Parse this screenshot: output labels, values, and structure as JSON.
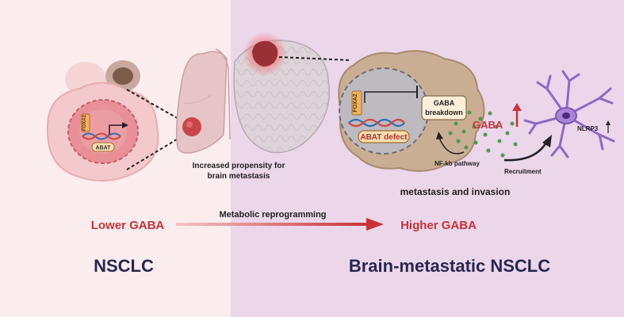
{
  "labels": {
    "increased_propensity": "Increased propensity for",
    "brain_metastasis": "brain metastasis",
    "foxa2_left": "FOXA2",
    "abat_left": "ABAT",
    "foxa2_right": "FOXA2",
    "gaba_breakdown_1": "GABA",
    "gaba_breakdown_2": "breakdown",
    "abat_defect": "ABAT defect",
    "gaba": "GABA",
    "nfkb": "NF-kb pathway",
    "recruitment": "Recruitment",
    "nlrp3": "NLRP3",
    "metastasis_invasion": "metastasis and invasion",
    "metabolic_reprogramming": "Metabolic reprogramming",
    "lower_gaba": "Lower GABA",
    "higher_gaba": "Higher GABA",
    "nsclc": "NSCLC",
    "brain_metastatic_nsclc": "Brain-metastatic NSCLC"
  },
  "colors": {
    "left_panel": "#fbecee",
    "right_panel": "#ecd6ea",
    "gaba_red": "#c8323a",
    "title_navy": "#27284f",
    "neuron_purple": "#8f69c4",
    "dot_green": "#4e9a52"
  },
  "icons": {
    "lung": "lung-icon",
    "brain": "brain-icon",
    "neuron": "neuron-icon",
    "dna": "dna-icon",
    "up_arrow": "up-arrow-icon"
  }
}
